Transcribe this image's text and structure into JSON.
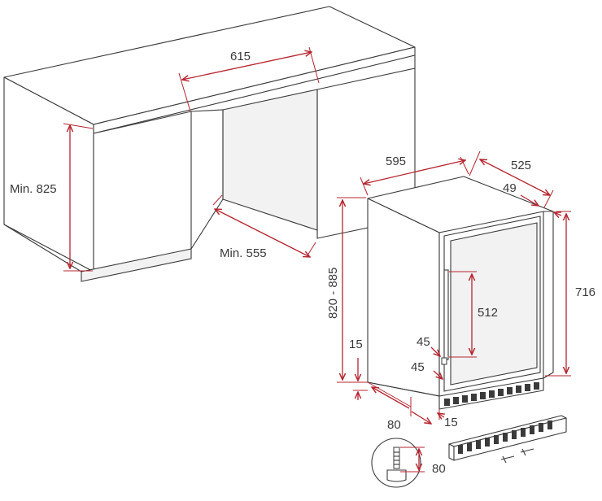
{
  "dimensions": {
    "niche_width": "615",
    "niche_height_min": "Min. 825",
    "niche_depth_min": "Min. 555",
    "appliance_width": "595",
    "appliance_depth": "525",
    "door_thickness": "49",
    "height_range": "820 - 885",
    "door_height": "716",
    "handle_length": "512",
    "hinge_offset_upper": "45",
    "hinge_offset_lower": "45",
    "foot_height": "15",
    "plinth_depth": "80",
    "plinth_offset": "15",
    "foot_adjust": "80"
  },
  "colors": {
    "dimension_line": "#b5252f",
    "outline": "#3a3a3a"
  }
}
